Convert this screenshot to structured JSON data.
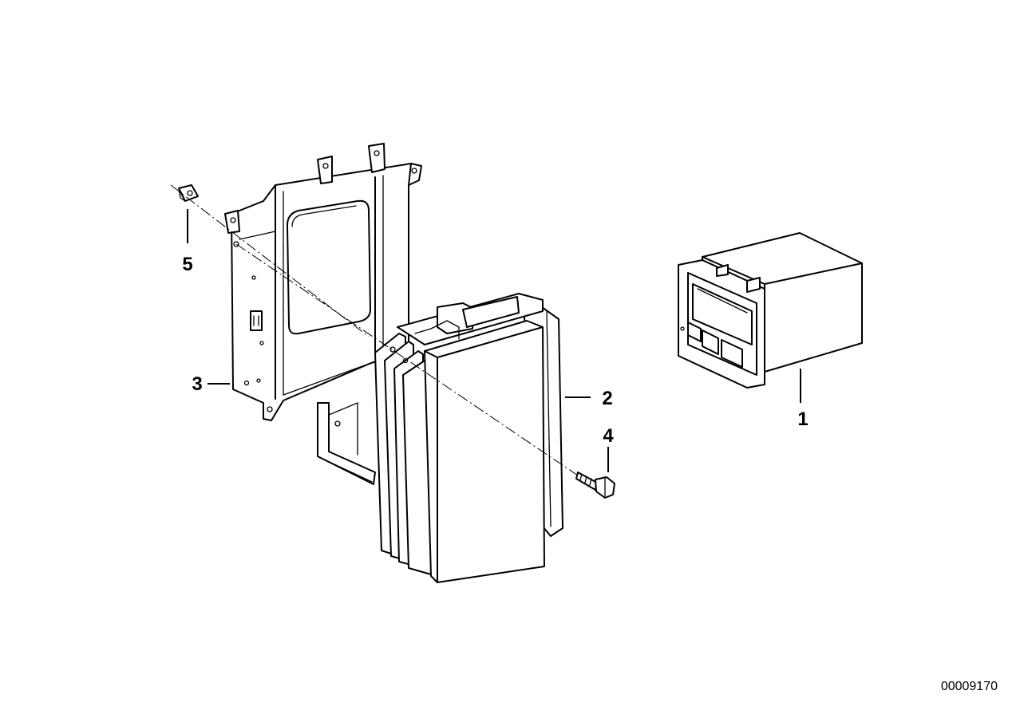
{
  "diagram": {
    "callouts": {
      "part1": "1",
      "part2": "2",
      "part3": "3",
      "part4": "4",
      "part5": "5"
    },
    "document_number": "00009170"
  }
}
